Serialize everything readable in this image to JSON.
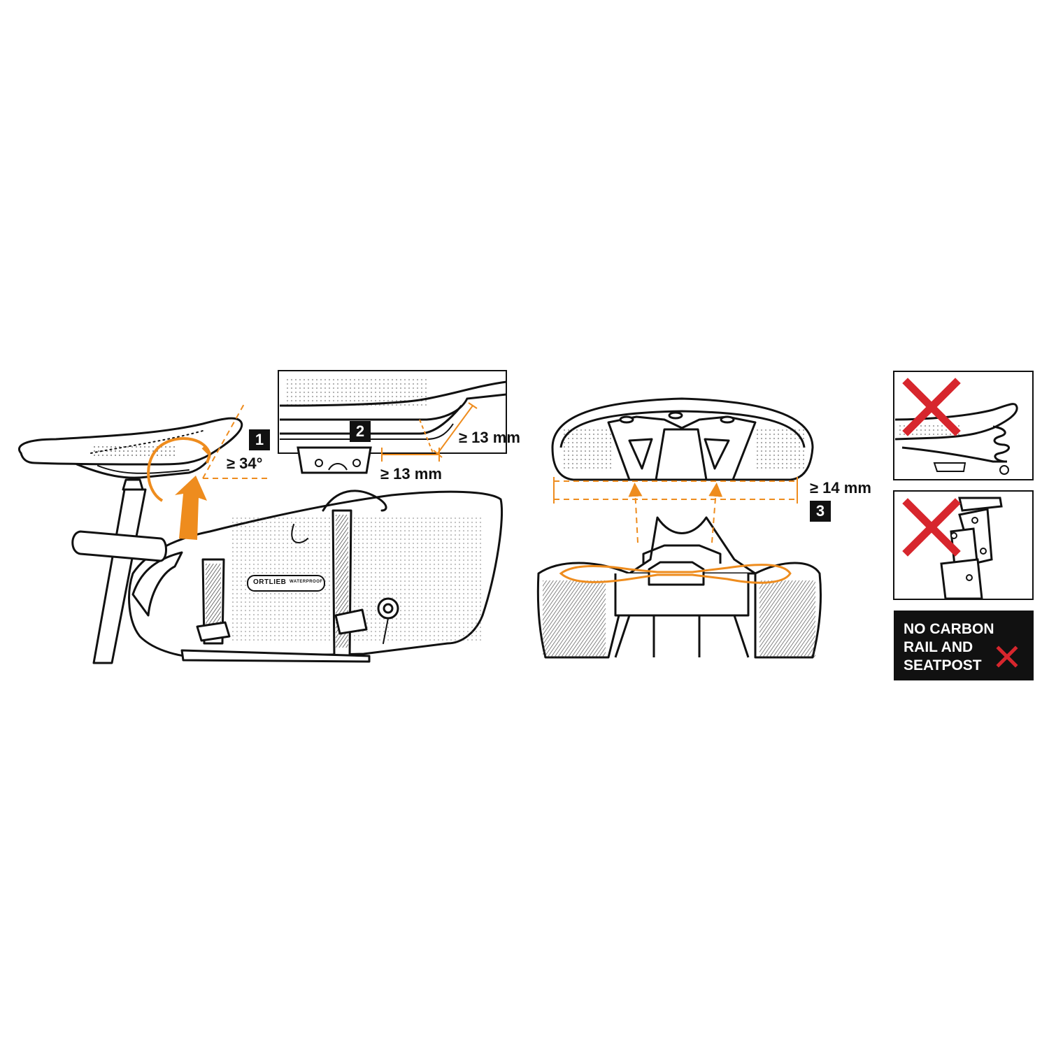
{
  "colors": {
    "accent": "#EE8C1E",
    "line": "#111111",
    "cross": "#D7262D",
    "dots": "#555555"
  },
  "steps": {
    "s1": "1",
    "s2": "2",
    "s3": "3"
  },
  "measures": {
    "angle": "≥ 34°",
    "height_rail": "≥ 13 mm",
    "length_rail": "≥ 13 mm",
    "width_rails": "≥ 14 mm"
  },
  "brand": {
    "logo": "ORTLIEB",
    "logo_sub": "WATERPROOF"
  },
  "warning": {
    "text": "NO CARBON RAIL AND SEATPOST"
  },
  "icons": [
    "saddle-icon",
    "seatpost-icon",
    "saddlebag-icon",
    "up-arrow-icon",
    "rotate-arc-icon",
    "red-cross-icon",
    "spring-saddle-icon",
    "suspension-seatpost-icon"
  ]
}
